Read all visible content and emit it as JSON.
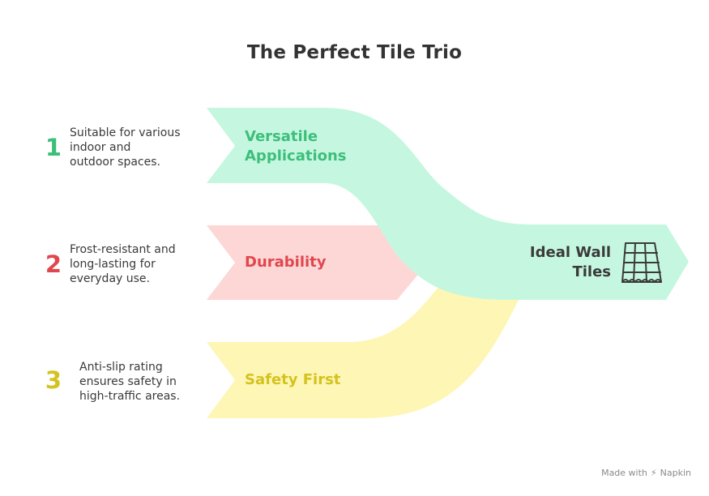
{
  "title": "The Perfect Tile Trio",
  "items": [
    {
      "number": "1",
      "description": "Suitable for various\nindoor and\noutdoor spaces.",
      "label": "Versatile\nApplications",
      "color": "#3cbf7a",
      "fill": "#c5f7e0"
    },
    {
      "number": "2",
      "description": "Frost-resistant and\nlong-lasting for\neveryday use.",
      "label": "Durability",
      "color": "#e0464e",
      "fill": "#fdd7d6"
    },
    {
      "number": "3",
      "description": "Anti-slip rating\nensures safety in\nhigh-traffic areas.",
      "label": "Safety First",
      "color": "#d4c21f",
      "fill": "#fdf6b4"
    }
  ],
  "target": {
    "label": "Ideal Wall\nTiles",
    "icon": "tile-grid-icon"
  },
  "footer": {
    "text": "Made with",
    "brand": "Napkin"
  }
}
